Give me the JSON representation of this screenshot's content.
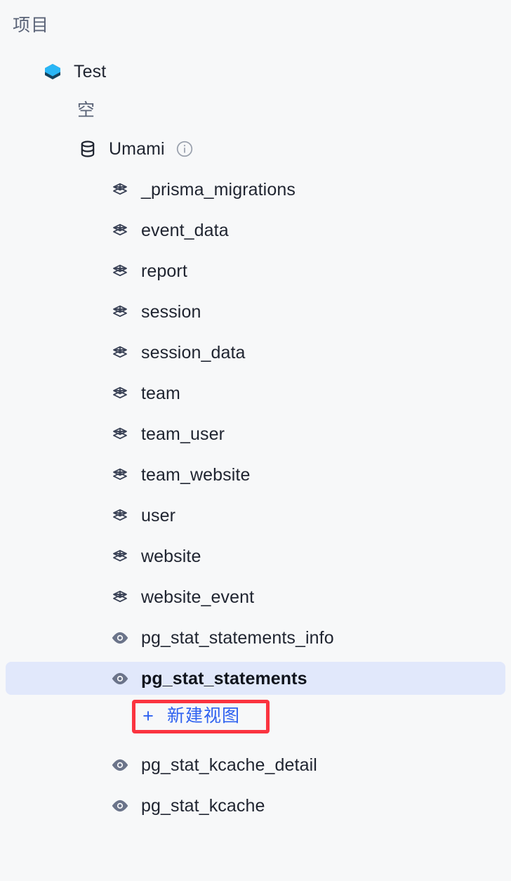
{
  "panel": {
    "section_title": "项目",
    "background_color": "#f7f8f9"
  },
  "colors": {
    "accent_blue": "#2f62f0",
    "annotation_red": "#fb3440",
    "selected_row_bg": "#e1e8fb",
    "muted_text": "#5b6478",
    "primary_text": "#1f2430",
    "cube_icon_top": "#29b6f6",
    "cube_icon_bottom": "#14425e"
  },
  "tree": {
    "project": {
      "label": "Test",
      "icon": "cube-icon"
    },
    "schema": {
      "label": "空"
    },
    "database": {
      "label": "Umami",
      "icon": "database-icon",
      "info_icon": "info-circle-icon"
    },
    "items": [
      {
        "label": "_prisma_migrations",
        "icon": "table-icon",
        "type": "table",
        "selected": false
      },
      {
        "label": "event_data",
        "icon": "table-icon",
        "type": "table",
        "selected": false
      },
      {
        "label": "report",
        "icon": "table-icon",
        "type": "table",
        "selected": false
      },
      {
        "label": "session",
        "icon": "table-icon",
        "type": "table",
        "selected": false
      },
      {
        "label": "session_data",
        "icon": "table-icon",
        "type": "table",
        "selected": false
      },
      {
        "label": "team",
        "icon": "table-icon",
        "type": "table",
        "selected": false
      },
      {
        "label": "team_user",
        "icon": "table-icon",
        "type": "table",
        "selected": false
      },
      {
        "label": "team_website",
        "icon": "table-icon",
        "type": "table",
        "selected": false
      },
      {
        "label": "user",
        "icon": "table-icon",
        "type": "table",
        "selected": false
      },
      {
        "label": "website",
        "icon": "table-icon",
        "type": "table",
        "selected": false
      },
      {
        "label": "website_event",
        "icon": "table-icon",
        "type": "table",
        "selected": false
      },
      {
        "label": "pg_stat_statements_info",
        "icon": "eye-icon",
        "type": "view",
        "selected": false
      },
      {
        "label": "pg_stat_statements",
        "icon": "eye-icon",
        "type": "view",
        "selected": true
      },
      {
        "label": "pg_stat_kcache_detail",
        "icon": "eye-icon",
        "type": "view",
        "selected": false
      },
      {
        "label": "pg_stat_kcache",
        "icon": "eye-icon",
        "type": "view",
        "selected": false
      }
    ]
  },
  "new_view_button": {
    "plus": "+",
    "label": "新建视图",
    "highlighted": true
  }
}
